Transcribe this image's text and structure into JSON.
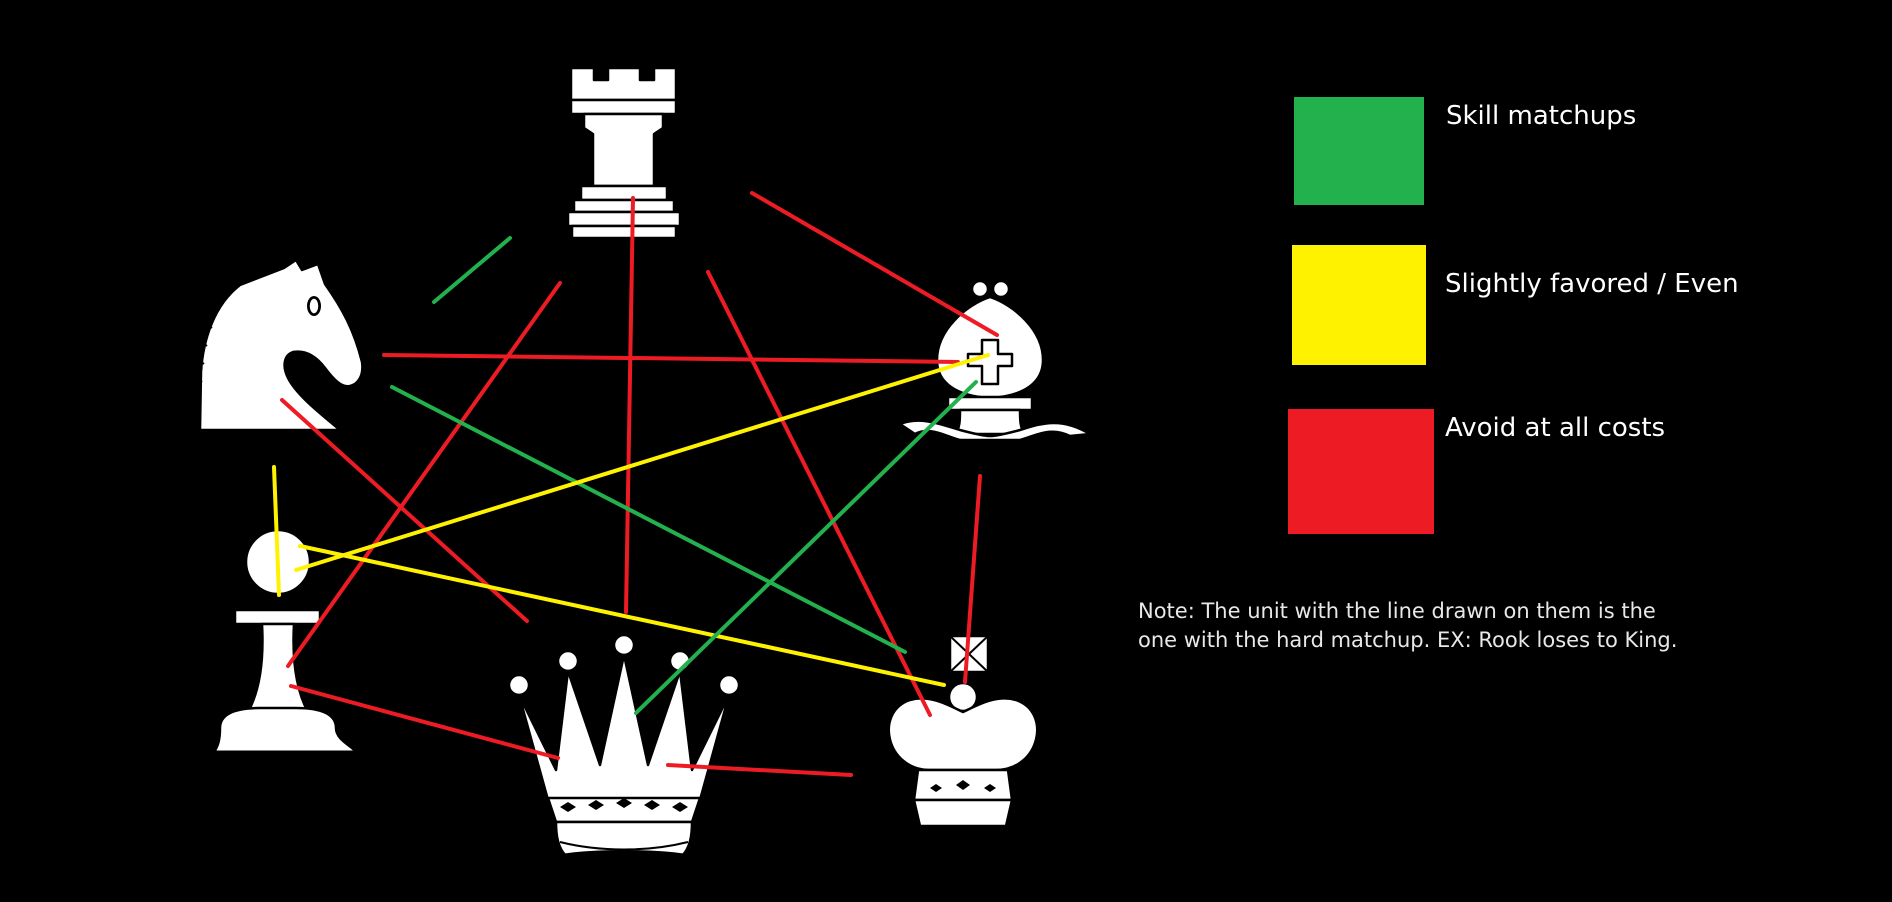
{
  "colors": {
    "background": "#000000",
    "skill": "#22b14c",
    "even": "#fff200",
    "avoid": "#ed1c24",
    "piece": "#ffffff"
  },
  "legend": {
    "skill": {
      "label": "Skill matchups",
      "color": "#22b14c"
    },
    "even": {
      "label": "Slightly favored / Even",
      "color": "#fff200"
    },
    "avoid": {
      "label": "Avoid at all costs",
      "color": "#ed1c24"
    }
  },
  "note": "Note: The unit with the line drawn on them is the one with the hard matchup. EX: Rook loses to King.",
  "pieces": [
    {
      "id": "rook",
      "icon": "chess-rook-icon"
    },
    {
      "id": "knight",
      "icon": "chess-knight-icon"
    },
    {
      "id": "bishop",
      "icon": "chess-bishop-icon"
    },
    {
      "id": "pawn",
      "icon": "chess-pawn-icon"
    },
    {
      "id": "queen",
      "icon": "chess-queen-icon"
    },
    {
      "id": "king",
      "icon": "chess-king-icon"
    }
  ],
  "matchups": [
    {
      "name": "knight-rook-line",
      "type": "skill"
    },
    {
      "name": "rook-bishop-line",
      "type": "avoid"
    },
    {
      "name": "rook-pawn-line",
      "type": "avoid"
    },
    {
      "name": "rook-queen-line",
      "type": "avoid"
    },
    {
      "name": "rook-king-line",
      "type": "avoid"
    },
    {
      "name": "knight-bishop-line",
      "type": "avoid"
    },
    {
      "name": "knight-king-line",
      "type": "skill"
    },
    {
      "name": "knight-queen-line",
      "type": "avoid"
    },
    {
      "name": "knight-pawn-line",
      "type": "even"
    },
    {
      "name": "pawn-bishop-line",
      "type": "even"
    },
    {
      "name": "pawn-king-line",
      "type": "even"
    },
    {
      "name": "pawn-queen-line",
      "type": "avoid"
    },
    {
      "name": "queen-bishop-line",
      "type": "skill"
    },
    {
      "name": "queen-king-line",
      "type": "avoid"
    },
    {
      "name": "bishop-king-line",
      "type": "avoid"
    }
  ]
}
